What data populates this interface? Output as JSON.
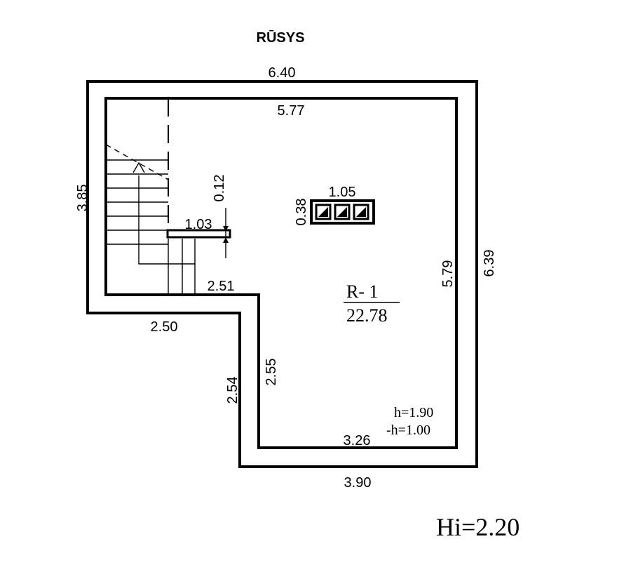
{
  "title": "RŪSYS",
  "dimensions": {
    "outer_top": "6.40",
    "inner_top": "5.77",
    "outer_left": "3.85",
    "outer_right": "6.39",
    "inner_right": "5.79",
    "outer_mid_left": "2.50",
    "inner_mid_left": "2.51",
    "outer_lower_left": "2.54",
    "inner_lower_left": "2.55",
    "inner_bottom": "3.26",
    "outer_bottom": "3.90",
    "stair_landing": "1.03",
    "stair_gap": "0.12",
    "vent_width": "1.05",
    "vent_depth": "0.38"
  },
  "room": {
    "label": "R- 1",
    "area": "22.78"
  },
  "heights": {
    "h1": "h=1.90",
    "h2": "-h=1.00",
    "inner": "Hi=2.20"
  }
}
